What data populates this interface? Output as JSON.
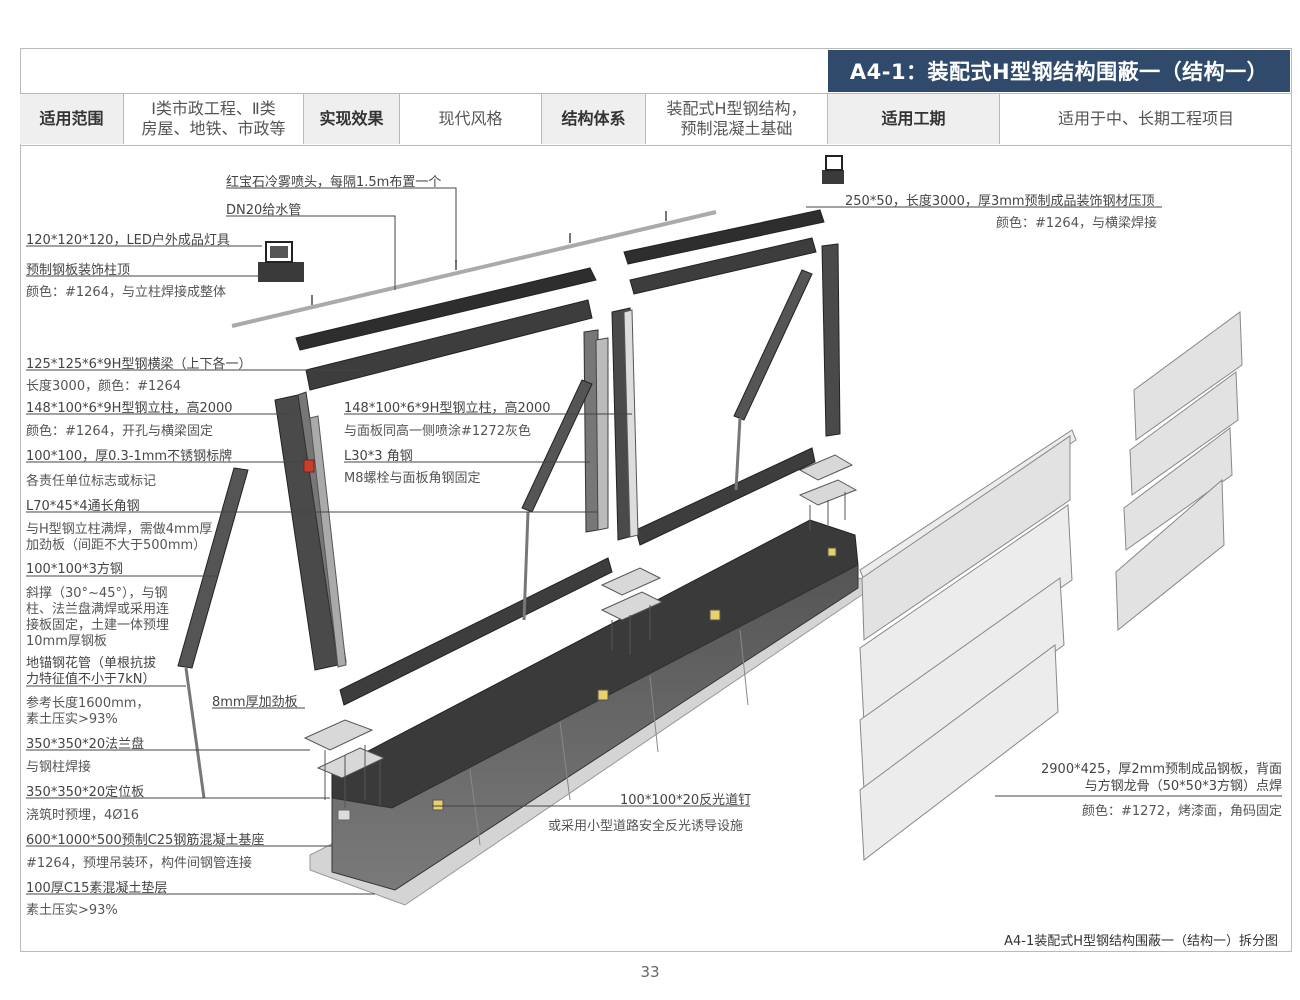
{
  "title": "A4-1：装配式H型钢结构围蔽一（结构一）",
  "header": {
    "scope_label": "适用范围",
    "scope_value_line1": "Ⅰ类市政工程、Ⅱ类",
    "scope_value_line2": "房屋、地铁、市政等",
    "effect_label": "实现效果",
    "effect_value": "现代风格",
    "system_label": "结构体系",
    "system_value_line1": "装配式H型钢结构，",
    "system_value_line2": "预制混凝土基础",
    "period_label": "适用工期",
    "period_value": "适用于中、长期工程项目"
  },
  "annotations": {
    "spray": "红宝石冷雾喷头，每隔1.5m布置一个",
    "pipe": "DN20给水管",
    "lamp": "120*120*120，LED户外成品灯具",
    "cap": "预制钢板装饰柱顶",
    "cap_note": "颜色：#1264，与立柱焊接成整体",
    "beam": "125*125*6*9H型钢横梁（上下各一）",
    "beam_note": "长度3000，颜色：#1264",
    "column_left": "148*100*6*9H型钢立柱，高2000",
    "column_left_note": "颜色：#1264，开孔与横梁固定",
    "plate": "100*100，厚0.3-1mm不锈钢标牌",
    "plate_note": "各责任单位标志或标记",
    "angle": "L70*45*4通长角钢",
    "angle_note_1": "与H型钢立柱满焊，需做4mm厚",
    "angle_note_2": "加劲板（间距不大于500mm）",
    "tube": "100*100*3方钢",
    "tube_note_1": "斜撑（30°~45°），与钢",
    "tube_note_2": "柱、法兰盘满焊或采用连",
    "tube_note_3": "接板固定，土建一体预埋",
    "tube_note_4": "10mm厚钢板",
    "anchor_1": "地锚钢花管（单根抗拔",
    "anchor_2": "力特征值不小于7kN）",
    "anchor_3": "参考长度1600mm，",
    "anchor_4": "素土压实>93%",
    "stiffener": "8mm厚加劲板",
    "flange": "350*350*20法兰盘",
    "flange_note": "与钢柱焊接",
    "locplate": "350*350*20定位板",
    "locplate_note": "浇筑时预埋，4Ø16",
    "base": "600*1000*500预制C25钢筋混凝土基座",
    "base_note": "#1264，预埋吊装环，构件间钢管连接",
    "cushion": "100厚C15素混凝土垫层",
    "cushion_note": "素土压实>93%",
    "top_plate": "250*50，长度3000，厚3mm预制成品装饰钢材压顶",
    "top_plate_note": "颜色：#1264，与横梁焊接",
    "column_right": "148*100*6*9H型钢立柱，高2000",
    "column_right_note": "与面板同高一侧喷涂#1272灰色",
    "angle30": "L30*3 角钢",
    "angle30_note": "M8螺栓与面板角钢固定",
    "reflector": "100*100*20反光道钉",
    "reflector_note": "或采用小型道路安全反光诱导设施",
    "panel_1": "2900*425，厚2mm预制成品钢板，背面",
    "panel_2": "与方钢龙骨（50*50*3方钢）点焊",
    "panel_note": "颜色：#1272，烤漆面，角码固定"
  },
  "caption": "A4-1装配式H型钢结构围蔽一（结构一）拆分图",
  "page_number": "33",
  "colors": {
    "title_bg": "#2f4a6b",
    "steel": "#4a4a4a",
    "concrete": "#6e6e6e",
    "panel": "#d9d9d9"
  }
}
